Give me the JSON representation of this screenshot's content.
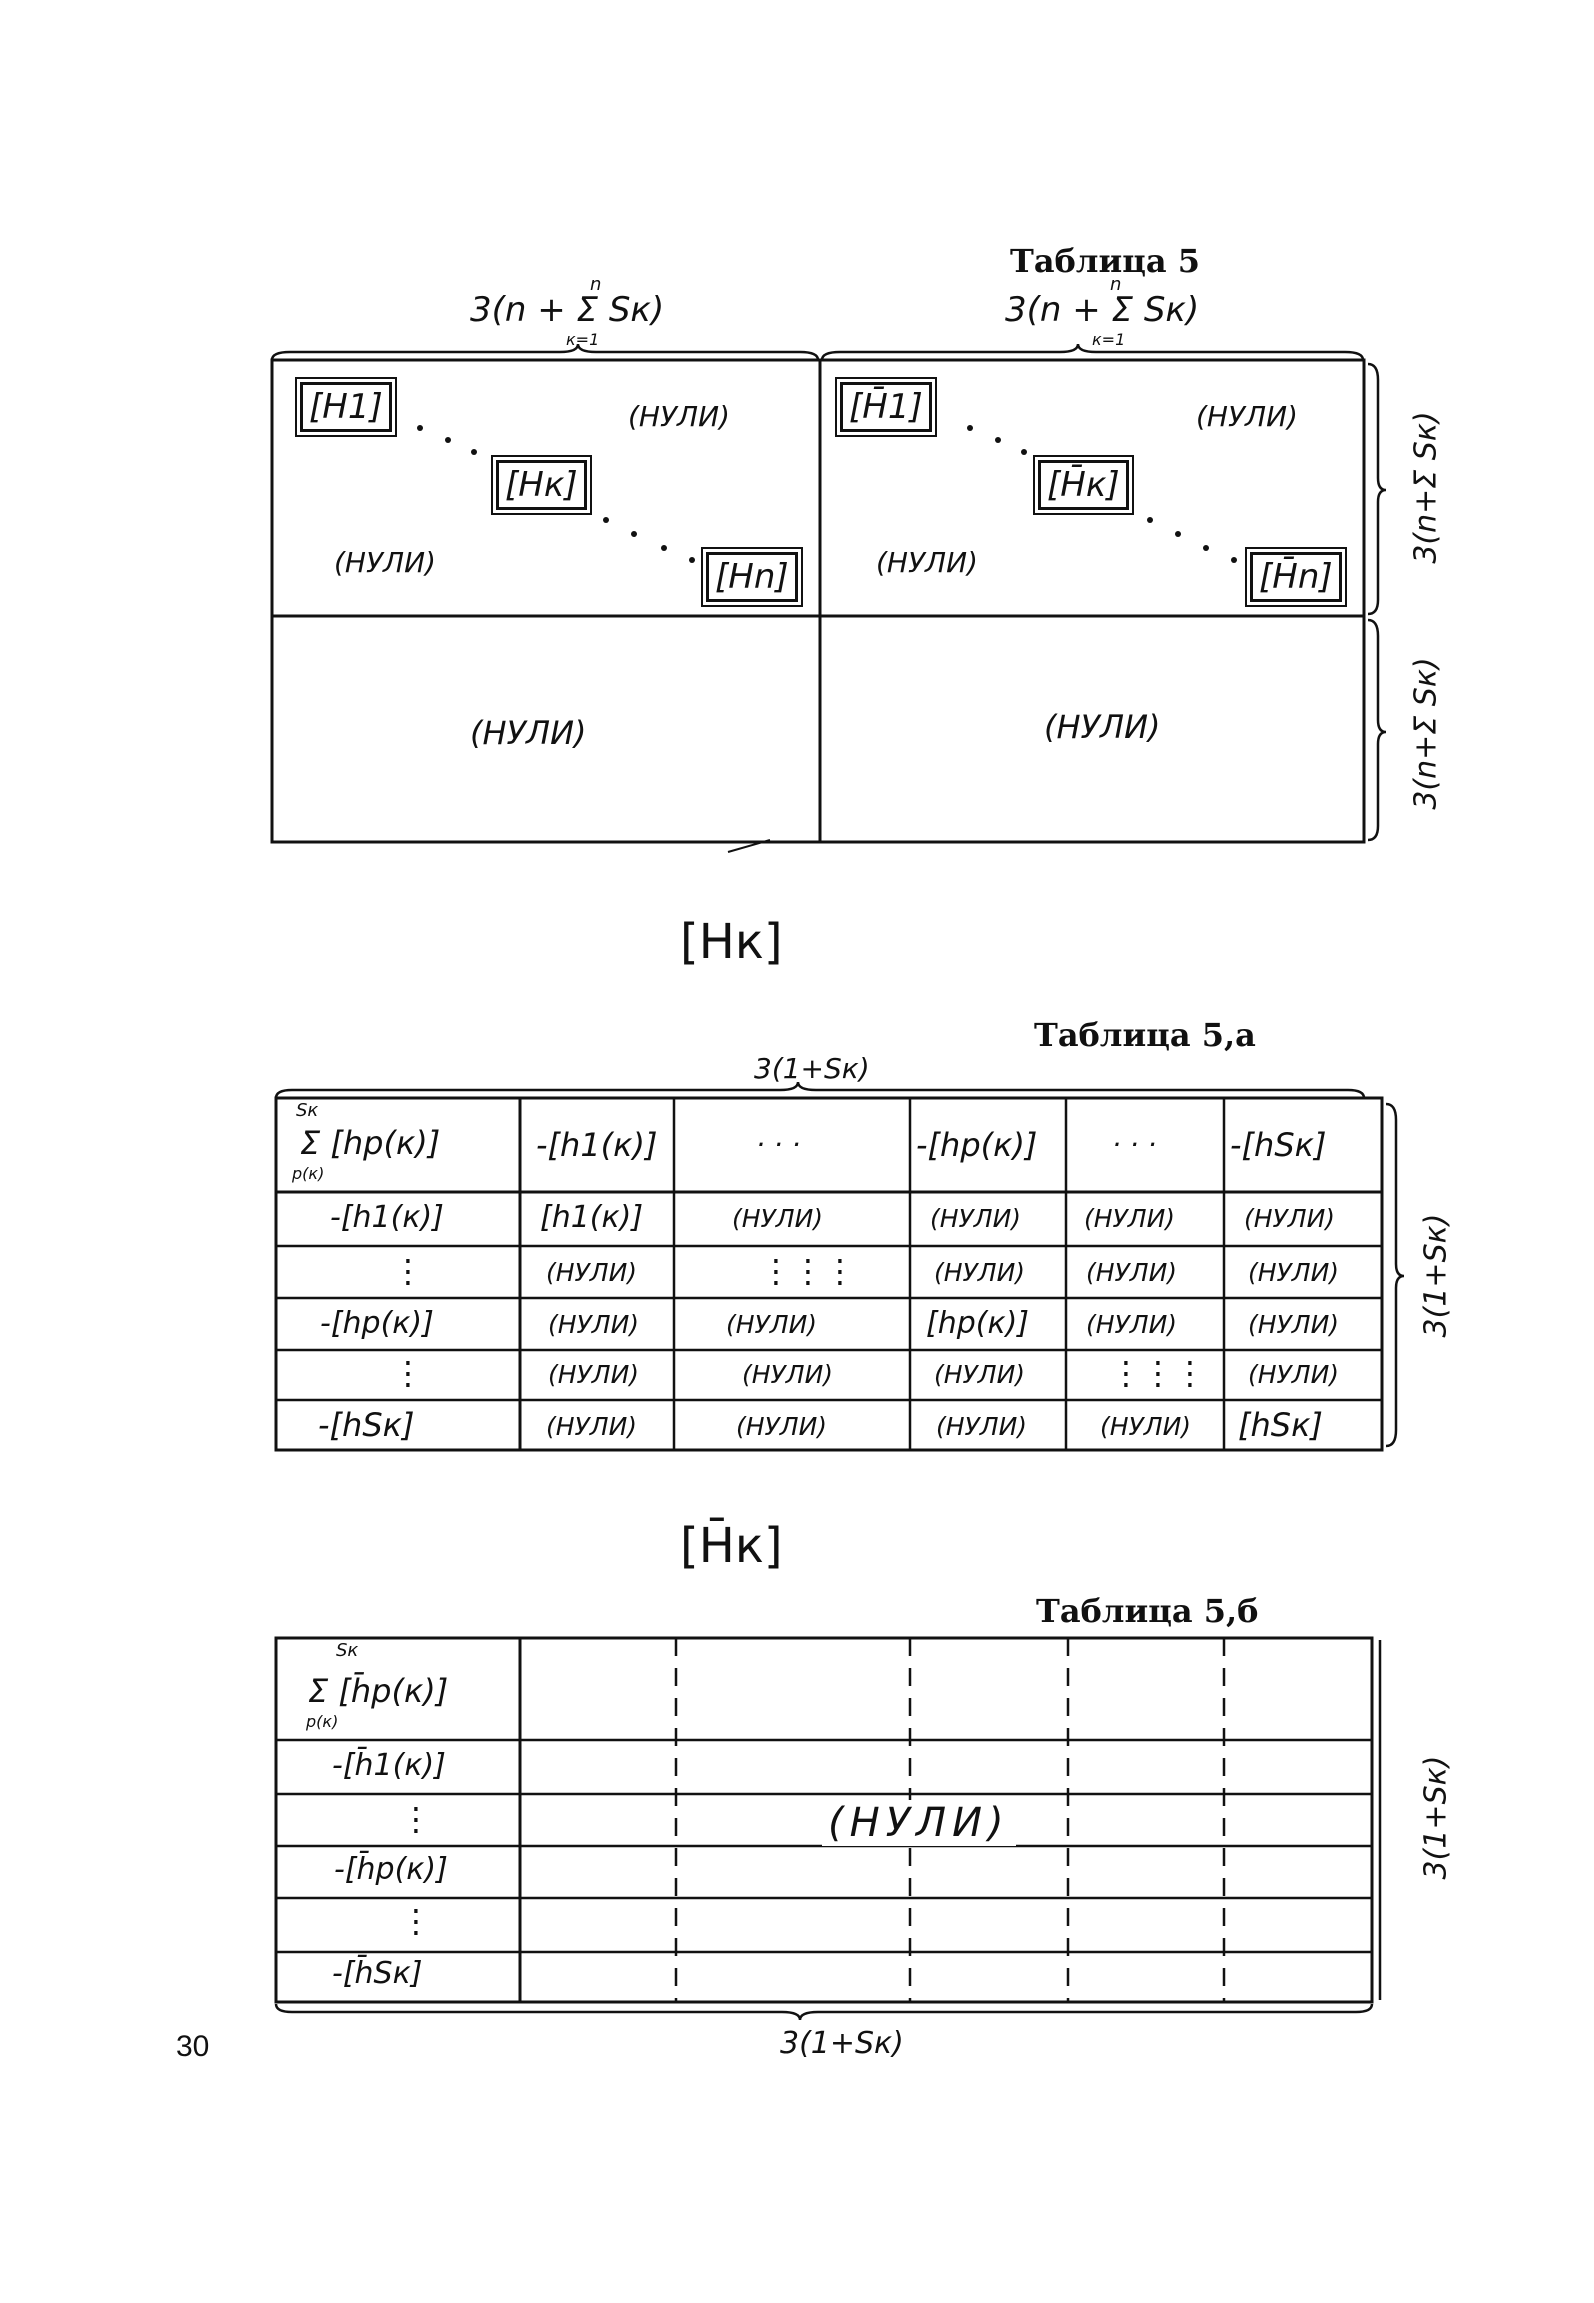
{
  "page_number": "30",
  "table5": {
    "caption": "Таблица   5",
    "dim_left": "3(n + Σ Sк)",
    "dim_right": "3(n + Σ Sк)",
    "dim_side_top": "3(n+Σ Sк)",
    "dim_side_bottom": "3(n+Σ Sк)",
    "sum_upper": "n",
    "sum_lower": "к=1",
    "left_blocks": [
      "[H1]",
      "[Hк]",
      "[Hn]"
    ],
    "right_blocks": [
      "[H̄1]",
      "[H̄к]",
      "[H̄n]"
    ],
    "nuli": "(НУЛИ)"
  },
  "heading_a": "[Hк]",
  "table5a": {
    "caption": "Таблица   5,а",
    "dim_top": "3(1+Sк)",
    "dim_side": "3(1+Sк)",
    "rows": [
      [
        "Σ [hp(к)]",
        "-[h1(к)]",
        "· · ·",
        "-[hp(к)]",
        "· · ·",
        "-[hSк]"
      ],
      [
        "-[h1(к)]",
        "[h1(к)]",
        "(НУЛИ)",
        "(НУЛИ)",
        "(НУЛИ)",
        "(НУЛИ)"
      ],
      [
        "⋮",
        "(НУЛИ)",
        "⋮⋮⋮",
        "(НУЛИ)",
        "(НУЛИ)",
        "(НУЛИ)"
      ],
      [
        "-[hp(к)]",
        "(НУЛИ)",
        "(НУЛИ)",
        "[hp(к)]",
        "(НУЛИ)",
        "(НУЛИ)"
      ],
      [
        "⋮",
        "(НУЛИ)",
        "(НУЛИ)",
        "(НУЛИ)",
        "⋮⋮⋮",
        "(НУЛИ)"
      ],
      [
        "-[hSк]",
        "(НУЛИ)",
        "(НУЛИ)",
        "(НУЛИ)",
        "(НУЛИ)",
        "[hSк]"
      ]
    ],
    "sum_upper": "Sк",
    "sum_lower": "p(к)"
  },
  "heading_b": "[H̄к]",
  "table5b": {
    "caption": "Таблица   5,б",
    "dim_bottom": "3(1+Sк)",
    "dim_side": "3(1+Sк)",
    "row_labels": [
      "Σ [h̄p(к)]",
      "-[h̄1(к)]",
      "⋮",
      "-[h̄p(к)]",
      "⋮",
      "-[h̄Sк]"
    ],
    "sum_upper": "Sк",
    "sum_lower": "p(к)",
    "nuli": "(НУЛИ)"
  }
}
